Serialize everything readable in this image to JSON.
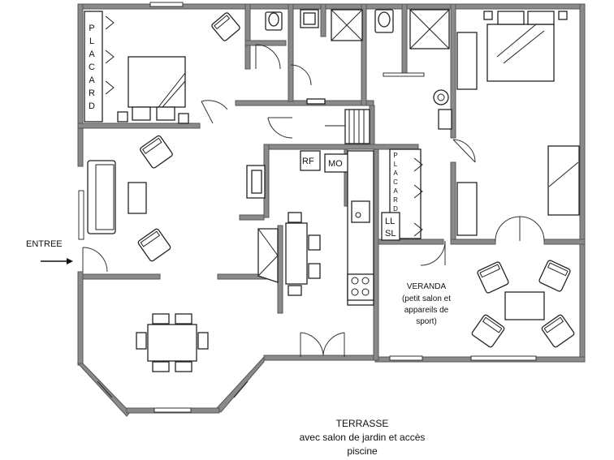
{
  "labels": {
    "placard": [
      "P",
      "L",
      "A",
      "C",
      "A",
      "R",
      "D"
    ],
    "entree": "ENTREE",
    "rf": "RF",
    "mo": "MO",
    "ll": "LL",
    "sl": "SL",
    "veranda": [
      "VERANDA",
      "(petit salon et",
      "appareils de",
      "sport)"
    ],
    "terrasse": [
      "TERRASSE",
      "avec salon de jardin et accès",
      "piscine"
    ]
  }
}
